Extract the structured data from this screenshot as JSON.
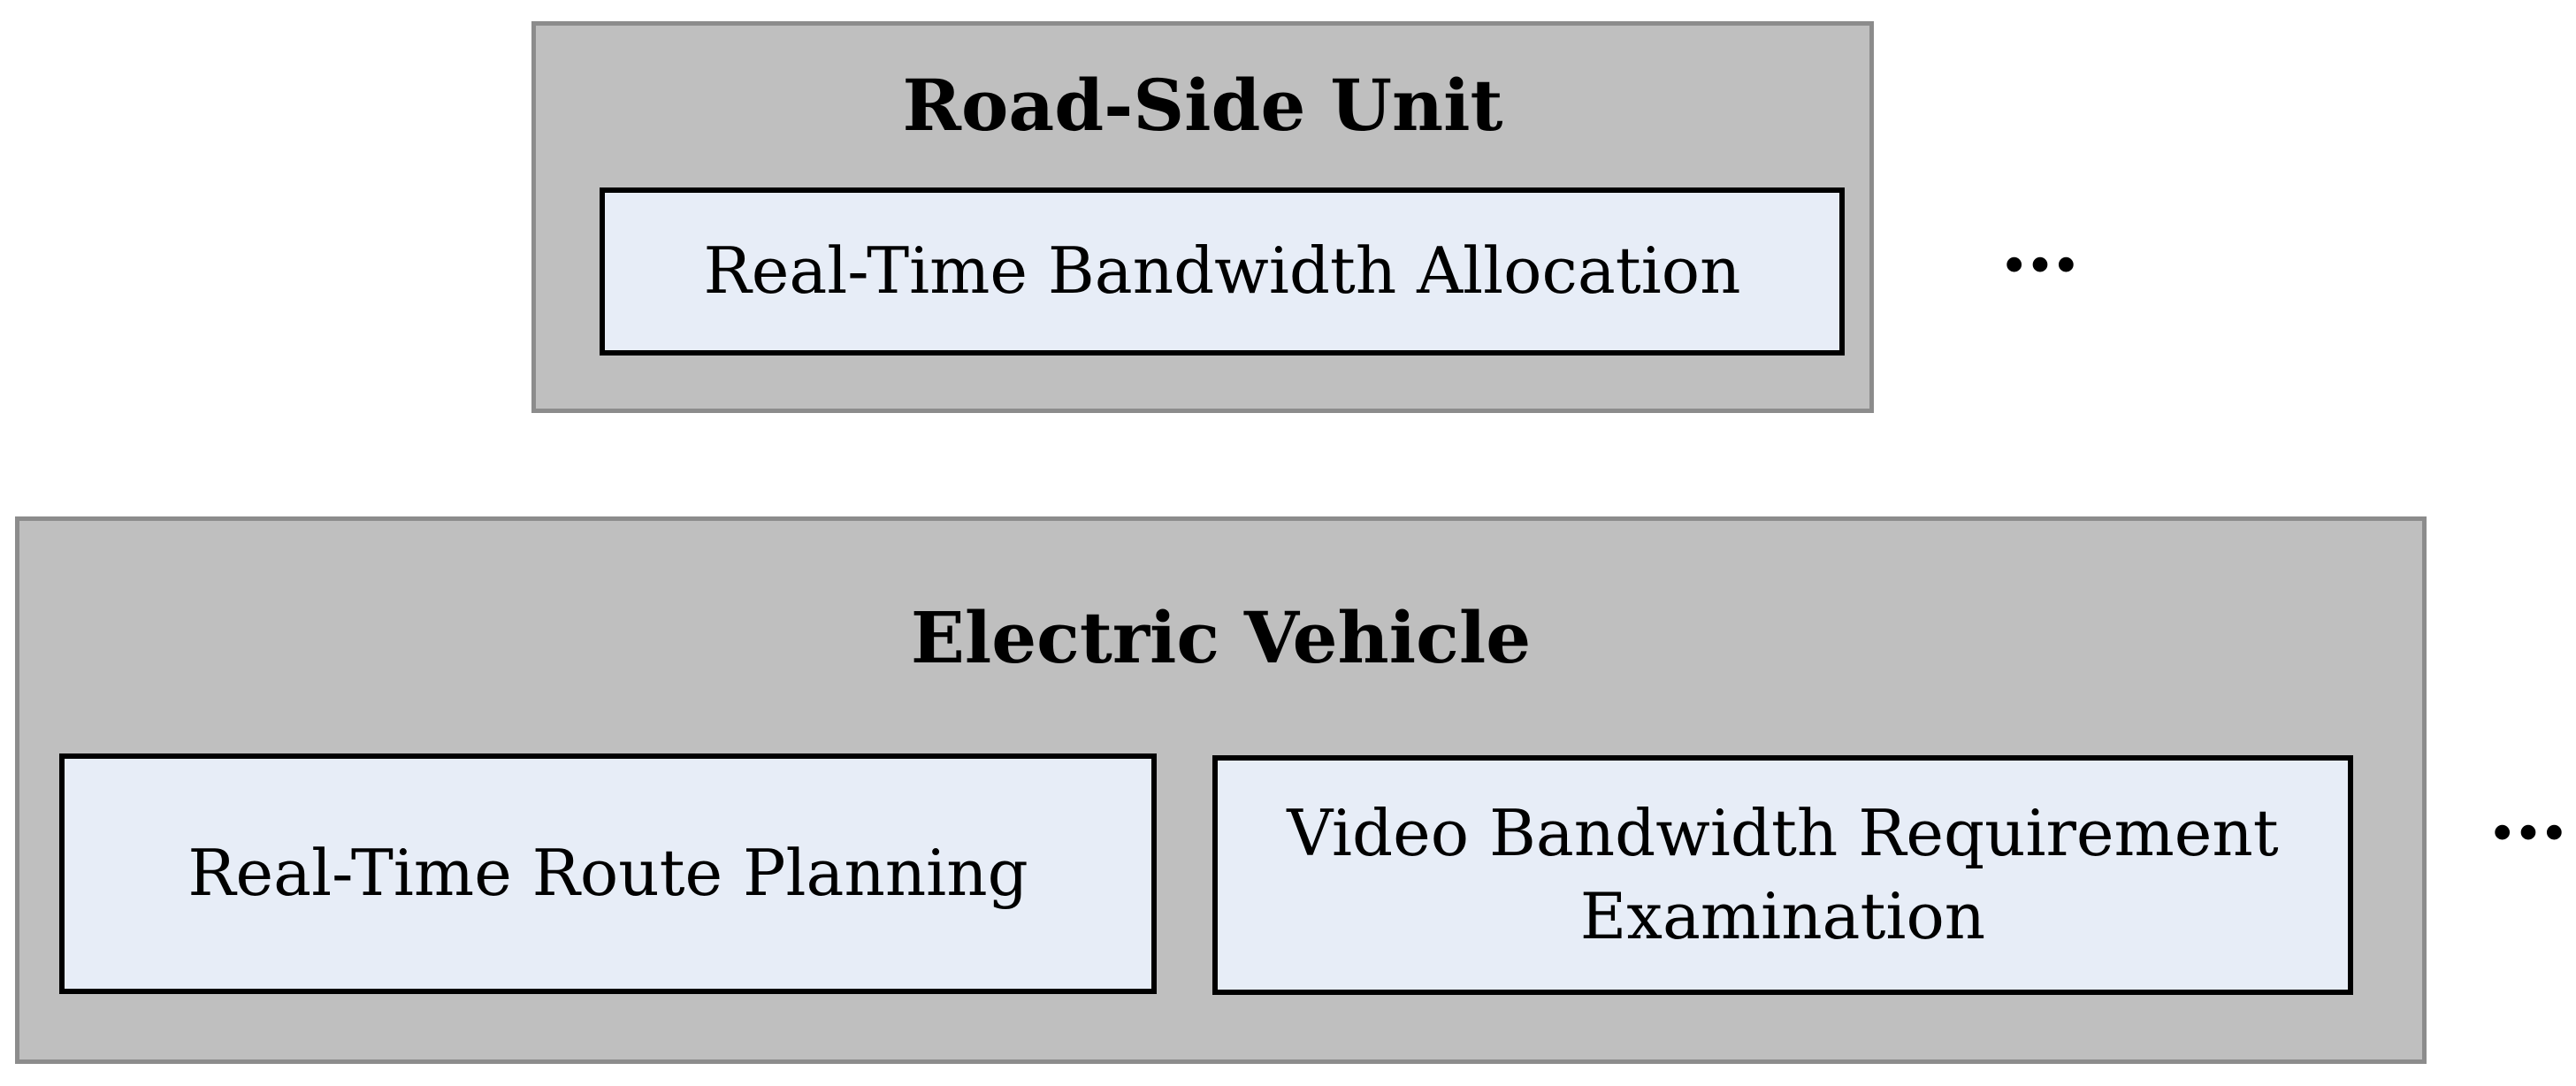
{
  "road_side_unit": {
    "title": "Road-Side Unit",
    "modules": [
      {
        "label": "Real-Time Bandwidth Allocation"
      }
    ],
    "more": "…"
  },
  "electric_vehicle": {
    "title": "Electric Vehicle",
    "modules": [
      {
        "label": "Real-Time Route Planning"
      },
      {
        "label": "Video Bandwidth Requirement\nExamination"
      }
    ],
    "more": "…"
  },
  "colors": {
    "group_fill": "#bfbfbf",
    "group_border": "#8c8c8c",
    "module_fill": "#e7edf7",
    "module_border": "#000000"
  }
}
